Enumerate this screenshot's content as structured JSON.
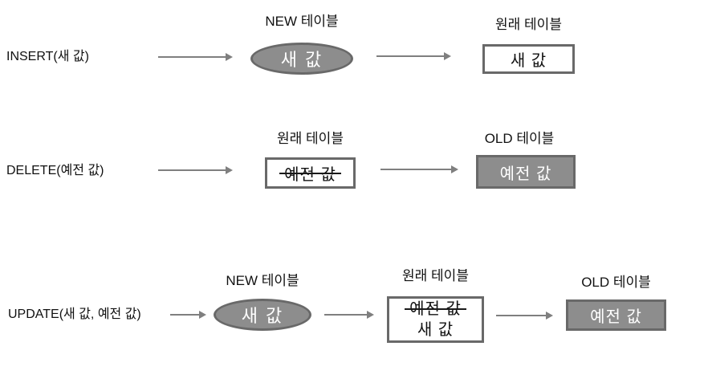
{
  "diagram": {
    "background": "#ffffff",
    "colors": {
      "node_fill_gray": "#8d8d8d",
      "node_border_gray": "#696969",
      "node_fill_white": "#ffffff",
      "arrow_gray": "#7f7f7f",
      "text_black": "#111111",
      "text_white": "#ffffff"
    },
    "rows": [
      {
        "operation": "INSERT(새 값)",
        "nodes": [
          {
            "title": "NEW 테이블",
            "shape": "ellipse",
            "fill": "gray",
            "value": "새 값",
            "strikethrough": false
          },
          {
            "title": "원래 테이블",
            "shape": "rect",
            "fill": "white",
            "value": "새 값",
            "strikethrough": false
          }
        ]
      },
      {
        "operation": "DELETE(예전 값)",
        "nodes": [
          {
            "title": "원래 테이블",
            "shape": "rect",
            "fill": "white",
            "value": "예전 값",
            "strikethrough": true
          },
          {
            "title": "OLD 테이블",
            "shape": "rect",
            "fill": "gray",
            "value": "예전 값",
            "strikethrough": false
          }
        ]
      },
      {
        "operation": "UPDATE(새 값, 예전 값)",
        "nodes": [
          {
            "title": "NEW 테이블",
            "shape": "ellipse",
            "fill": "gray",
            "value": "새 값",
            "strikethrough": false
          },
          {
            "title": "원래 테이블",
            "shape": "rect",
            "fill": "white",
            "value_line1": "예전 값",
            "line1_strikethrough": true,
            "value_line2": "새 값"
          },
          {
            "title": "OLD 테이블",
            "shape": "rect",
            "fill": "gray",
            "value": "예전 값",
            "strikethrough": false
          }
        ]
      }
    ]
  }
}
